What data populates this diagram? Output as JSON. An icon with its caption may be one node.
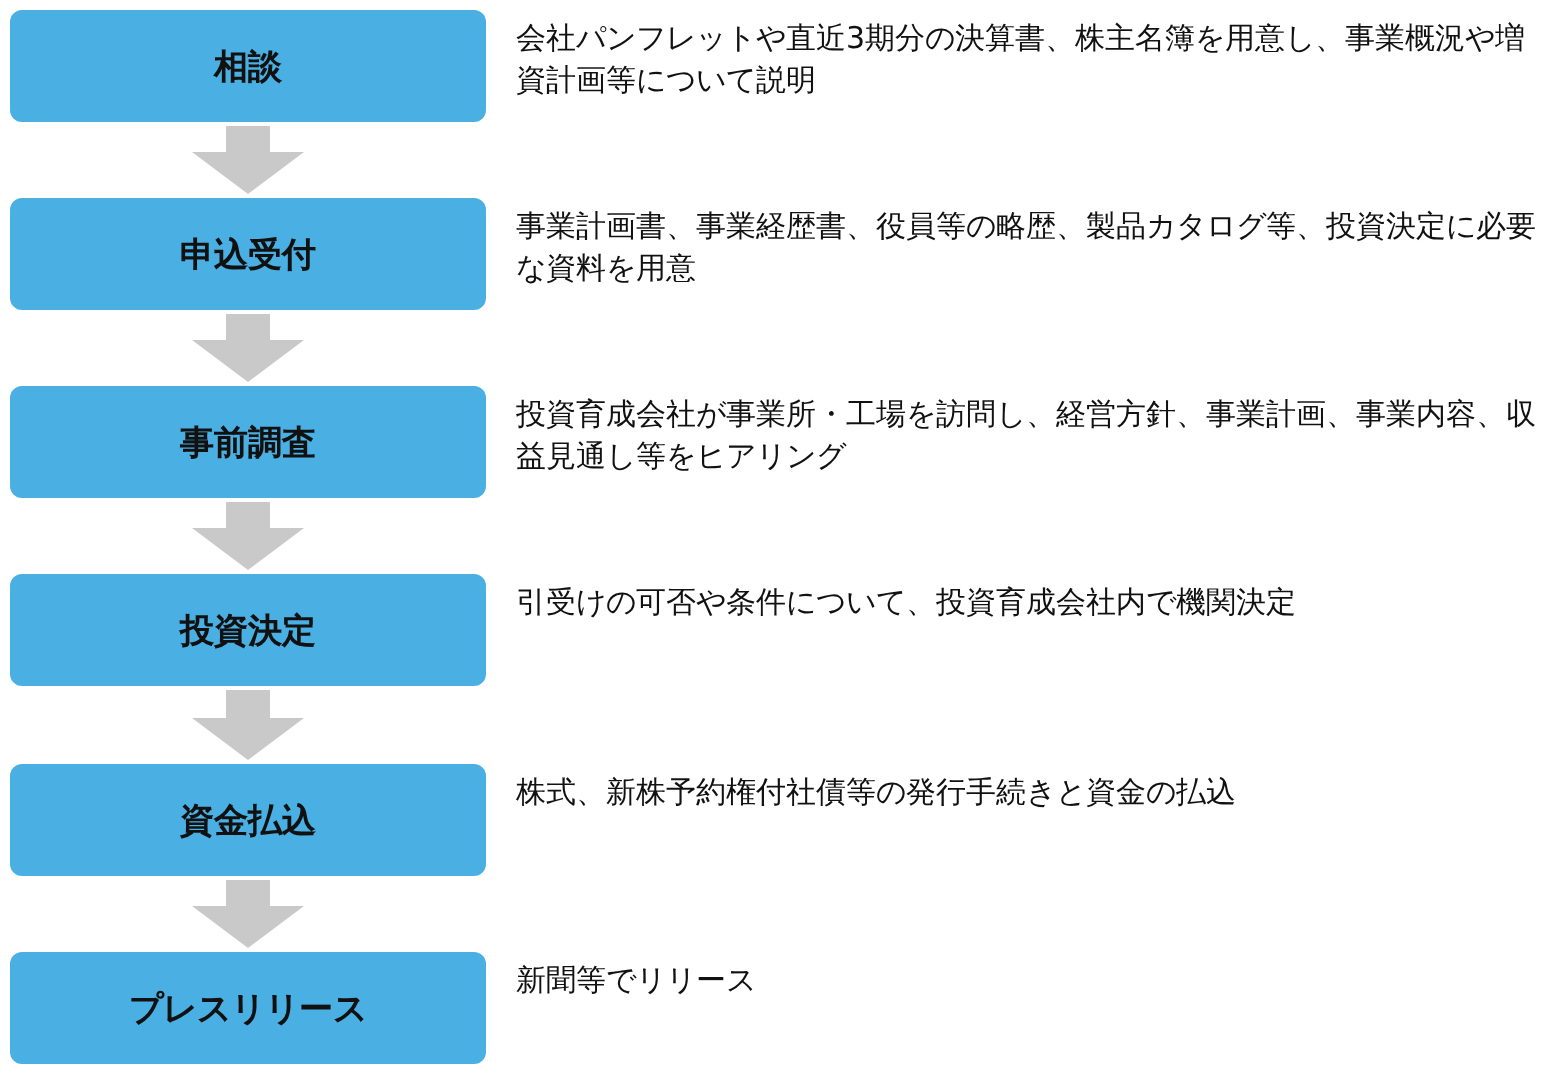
{
  "diagram": {
    "nodes": [
      {
        "text": [
          "相談"
        ],
        "beside": [
          "会社パンフレットや直近3期分の決算書、株主名簿を用意し、事業概況や増資計画等について説明"
        ]
      },
      {
        "text": [
          "申込受付"
        ],
        "beside": [
          "事業計画書、事業経歴書、役員等の略歴、製品カタログ等、投資決定に必要な資料を用意"
        ]
      },
      {
        "text": [
          "事前調査"
        ],
        "beside": [
          "投資育成会社が事業所・工場を訪問し、経営方針、事業計画、事業内容、収益見通し等をヒアリング"
        ]
      },
      {
        "text": [
          "投資決定"
        ],
        "beside": [
          "引受けの可否や条件について、投資育成会社内で機関決定"
        ]
      },
      {
        "text": [
          "資金払込"
        ],
        "beside": [
          "株式、新株予約権付社債等の発行手続きと資金の払込"
        ]
      },
      {
        "text": [
          "プレスリリース"
        ],
        "beside": [
          "新聞等でリリース"
        ]
      }
    ],
    "edges": [
      {
        "from": 0,
        "to": 1,
        "arrow": "to"
      },
      {
        "from": 1,
        "to": 2,
        "arrow": "to"
      },
      {
        "from": 2,
        "to": 3,
        "arrow": "to"
      },
      {
        "from": 3,
        "to": 4,
        "arrow": "to"
      },
      {
        "from": 4,
        "to": 5,
        "arrow": "to"
      }
    ]
  }
}
